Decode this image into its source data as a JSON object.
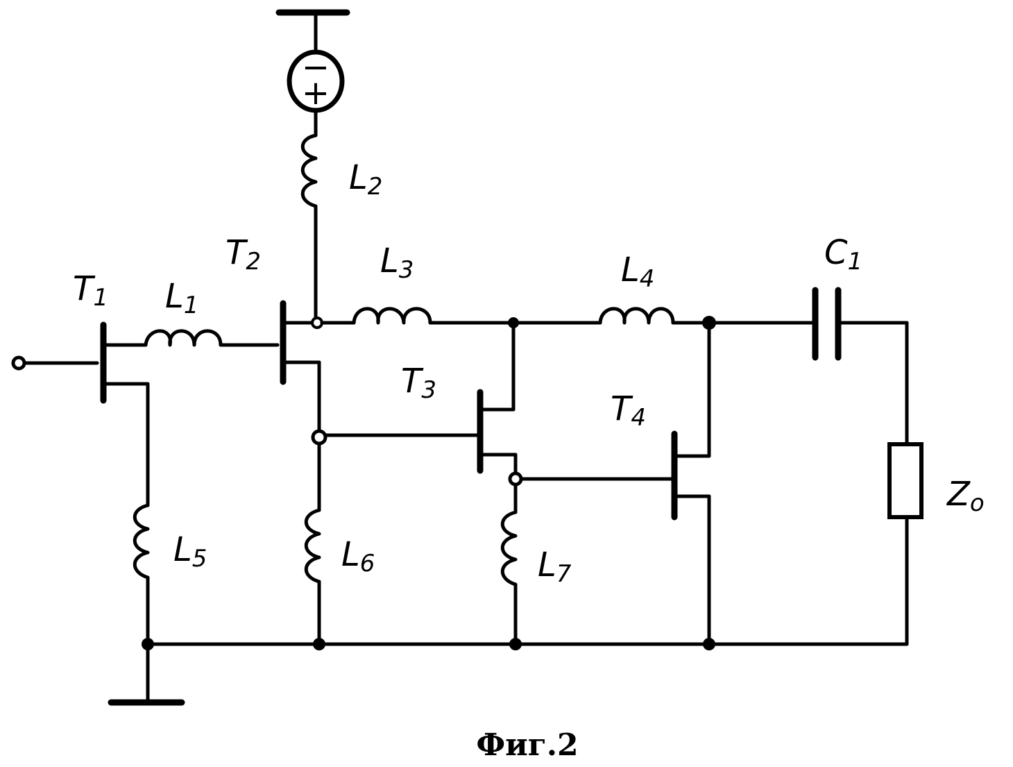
{
  "figure": {
    "caption": "Фиг.2"
  },
  "components": {
    "T1": {
      "main": "T",
      "sub": "1"
    },
    "T2": {
      "main": "T",
      "sub": "2"
    },
    "T3": {
      "main": "T",
      "sub": "3"
    },
    "T4": {
      "main": "T",
      "sub": "4"
    },
    "L1": {
      "main": "L",
      "sub": "1"
    },
    "L2": {
      "main": "L",
      "sub": "2"
    },
    "L3": {
      "main": "L",
      "sub": "3"
    },
    "L4": {
      "main": "L",
      "sub": "4"
    },
    "L5": {
      "main": "L",
      "sub": "5"
    },
    "L6": {
      "main": "L",
      "sub": "6"
    },
    "L7": {
      "main": "L",
      "sub": "7"
    },
    "C1": {
      "main": "C",
      "sub": "1"
    },
    "Z0": {
      "main": "Z",
      "sub": "o"
    },
    "source": {
      "minus": "−",
      "plus": "+"
    }
  }
}
